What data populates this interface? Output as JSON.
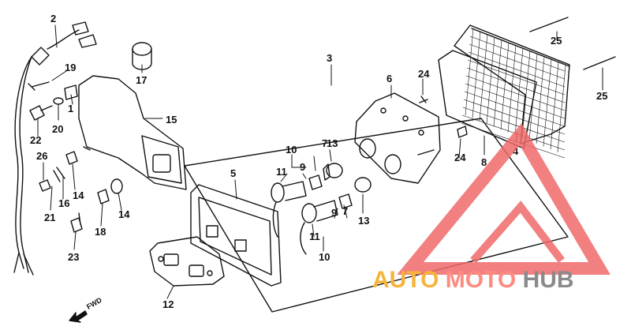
{
  "diagram": {
    "callouts": [
      "2",
      "19",
      "17",
      "1",
      "15",
      "20",
      "22",
      "26",
      "16",
      "14",
      "21",
      "14",
      "18",
      "23",
      "12",
      "3",
      "5",
      "10",
      "11",
      "9",
      "7",
      "13",
      "11",
      "9",
      "7",
      "13",
      "10",
      "6",
      "24",
      "24",
      "8",
      "4",
      "25",
      "25"
    ]
  },
  "watermark": {
    "text_auto": "AUTO",
    "text_moto": "MOTO",
    "text_hub": "HUB",
    "color_auto": "#f5b43a",
    "color_moto": "#ff8a80",
    "color_hub": "#8a8a8a"
  },
  "fwd_label": "FWD",
  "colors": {
    "line": "#111111",
    "logo_red": "#f06a6a"
  }
}
